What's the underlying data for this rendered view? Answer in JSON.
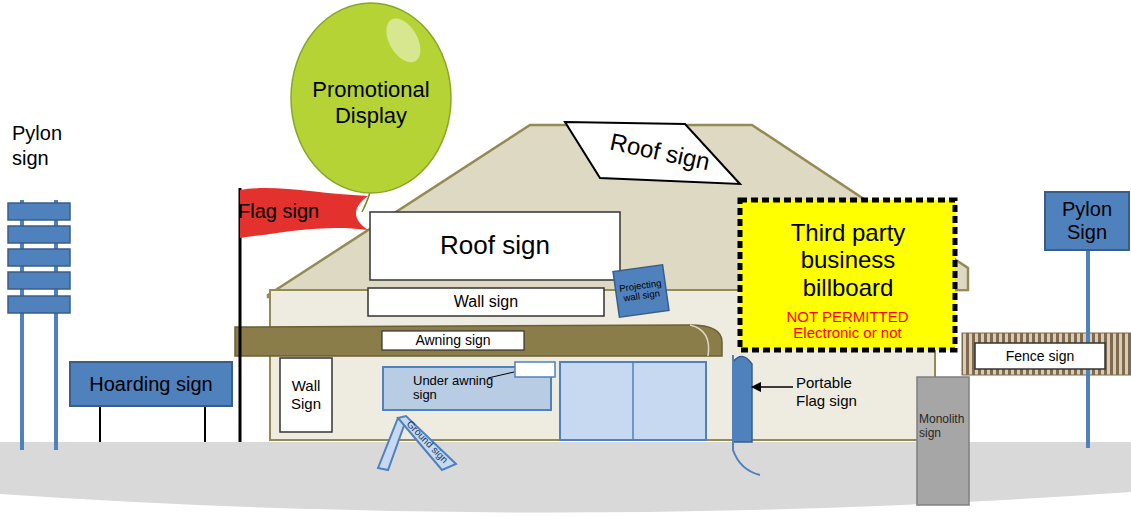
{
  "diagram": {
    "nodes": [
      {
        "text": [
          "Pylon sign"
        ]
      },
      {
        "text": [
          "Promotional Display"
        ]
      },
      {
        "text": [
          "Roof sign"
        ]
      },
      {
        "text": [
          "Flag sign"
        ]
      },
      {
        "text": [
          "Roof sign"
        ]
      },
      {
        "text": [
          "Third party business billboard",
          "NOT PERMITTED Electronic or not"
        ]
      },
      {
        "text": [
          "Pylon Sign"
        ]
      },
      {
        "text": [
          "Wall sign"
        ]
      },
      {
        "text": [
          "Projecting wall sign"
        ]
      },
      {
        "text": [
          "Awning sign"
        ]
      },
      {
        "text": [
          "Fence sign"
        ]
      },
      {
        "text": [
          "Hoarding sign"
        ]
      },
      {
        "text": [
          "Wall Sign"
        ]
      },
      {
        "text": [
          "Under awning sign"
        ]
      },
      {
        "text": [
          "Monolith sign"
        ]
      },
      {
        "text": [
          "Ground sign"
        ]
      }
    ],
    "labels": [
      "Portable Flag sign"
    ]
  }
}
